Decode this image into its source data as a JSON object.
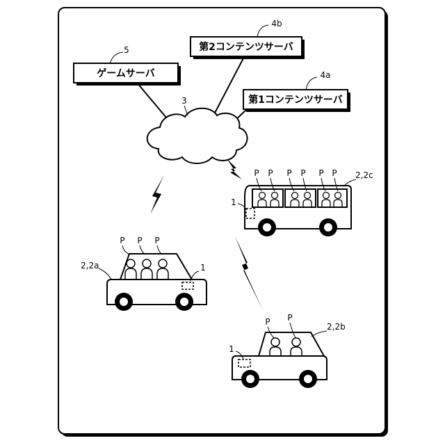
{
  "servers": {
    "game": {
      "label": "ゲームサーバ",
      "ref": "5"
    },
    "content2": {
      "label": "第2コンテンツサーバ",
      "ref": "4b"
    },
    "content1": {
      "label": "第1コンテンツサーバ",
      "ref": "4a"
    }
  },
  "network": {
    "ref": "3"
  },
  "vehicles": {
    "car_a": {
      "ref": "2,2a",
      "device_ref": "1",
      "passengers": [
        "P",
        "P",
        "P"
      ]
    },
    "car_b": {
      "ref": "2,2b",
      "device_ref": "1",
      "passengers": [
        "P",
        "P"
      ]
    },
    "bus_c": {
      "ref": "2,2c",
      "device_ref": "1",
      "passengers": [
        "P",
        "P",
        "P",
        "P",
        "P",
        "P"
      ]
    }
  }
}
